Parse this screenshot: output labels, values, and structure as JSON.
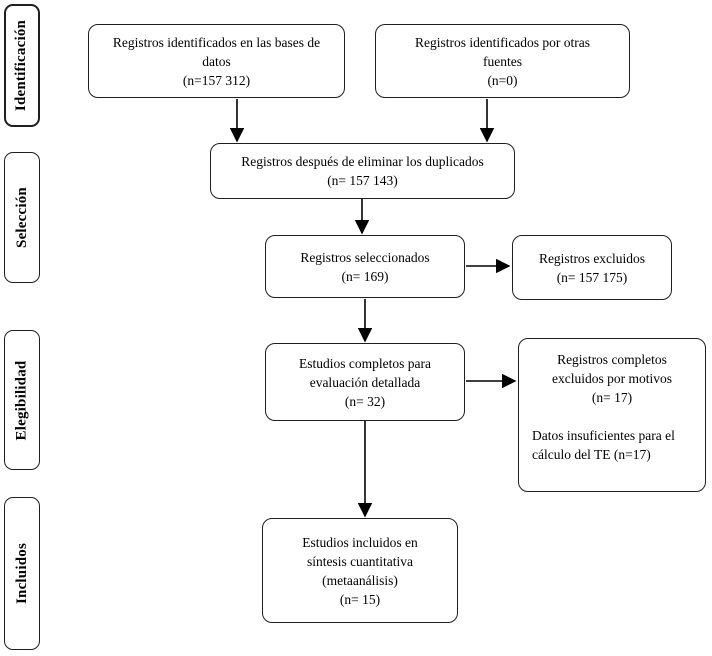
{
  "diagram": {
    "type": "prisma-flowchart",
    "stages": [
      {
        "label": "Identificación"
      },
      {
        "label": "Selección"
      },
      {
        "label": "Elegibilidad"
      },
      {
        "label": "Incluidos"
      }
    ],
    "boxes": {
      "identified_db": {
        "text": "Registros identificados en las bases de\ndatos\n(n=157 312)"
      },
      "identified_other": {
        "text": "Registros identificados por otras\nfuentes\n(n=0)"
      },
      "deduplicated": {
        "text": "Registros después de eliminar los duplicados\n(n= 157 143)"
      },
      "screened": {
        "text": "Registros seleccionados\n(n= 169)"
      },
      "excluded": {
        "text": "Registros excluidos\n(n= 157 175)"
      },
      "fulltext_assessed": {
        "text": "Estudios completos para\nevaluación detallada\n(n= 32)"
      },
      "fulltext_excluded": {
        "main": "Registros completos\nexcluidos por motivos\n(n= 17)",
        "reason": "Datos insuficientes para el\ncálculo del TE (n=17)"
      },
      "included_quantitative": {
        "text": "Estudios incluidos en\nsíntesis cuantitativa\n(metaanálisis)\n(n= 15)"
      }
    },
    "colors": {
      "box_border": "#1f1f1f",
      "box_background": "#ffffff",
      "arrow": "#000000",
      "text": "#000000"
    }
  }
}
